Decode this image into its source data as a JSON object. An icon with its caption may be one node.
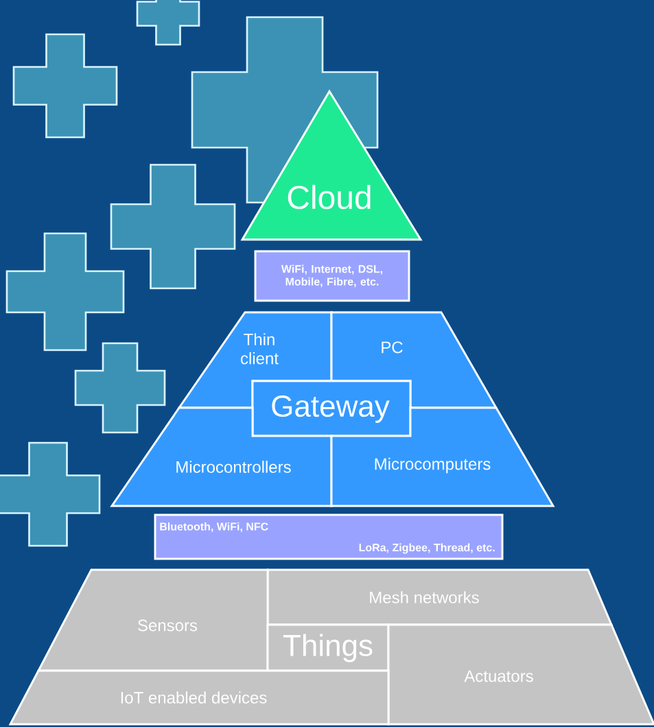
{
  "diagram": {
    "nodes": [
      {
        "text": [
          "Cloud"
        ]
      },
      {
        "text": [
          "WiFi, Internet, DSL, Mobile, Fibre, etc."
        ]
      },
      {
        "text": [
          "Thin client"
        ]
      },
      {
        "text": [
          "PC"
        ]
      },
      {
        "text": [
          "Gateway"
        ]
      },
      {
        "text": [
          "Microcontrollers"
        ]
      },
      {
        "text": [
          "Microcomputers"
        ]
      },
      {
        "text": [
          "Bluetooth, WiFi, NFC",
          "LoRa, Zigbee, Thread, etc."
        ]
      },
      {
        "text": [
          "Mesh networks"
        ]
      },
      {
        "text": [
          "Sensors"
        ]
      },
      {
        "text": [
          "Things"
        ]
      },
      {
        "text": [
          "Actuators"
        ]
      },
      {
        "text": [
          "IoT enabled devices"
        ]
      }
    ]
  }
}
